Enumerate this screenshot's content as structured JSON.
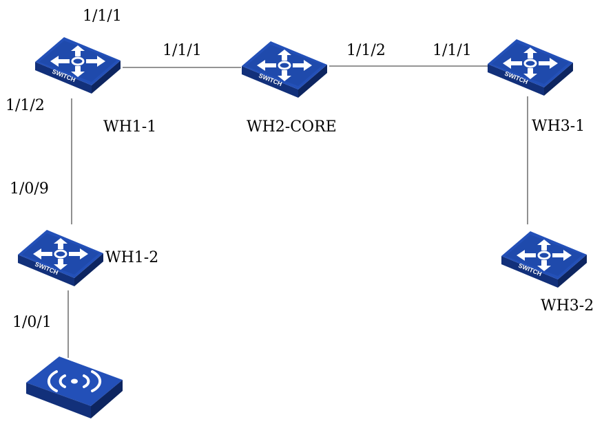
{
  "colors": {
    "device_top": "#2350b8",
    "device_top_dark": "#1a3f96",
    "device_front": "#12307a",
    "device_side": "#0d2560",
    "arrow": "#ffffff",
    "link": "#555555"
  },
  "devices": [
    {
      "id": "wh1-1",
      "type": "switch",
      "name": "WH1-1",
      "icon": "switch-icon",
      "badge": "SWITCH"
    },
    {
      "id": "wh2-core",
      "type": "switch",
      "name": "WH2-CORE",
      "icon": "switch-icon",
      "badge": "SWITCH"
    },
    {
      "id": "wh3-1",
      "type": "switch",
      "name": "WH3-1",
      "icon": "switch-icon",
      "badge": "SWITCH"
    },
    {
      "id": "wh1-2",
      "type": "switch",
      "name": "WH1-2",
      "icon": "switch-icon",
      "badge": "SWITCH"
    },
    {
      "id": "wh3-2",
      "type": "switch",
      "name": "WH3-2",
      "icon": "switch-icon",
      "badge": "SWITCH"
    },
    {
      "id": "ap",
      "type": "access-point",
      "name": "",
      "icon": "wireless-ap-icon"
    }
  ],
  "links": [
    {
      "from": "wh1-1",
      "to": "wh2-core",
      "to_port": "1/1/1"
    },
    {
      "from": "wh2-core",
      "to": "wh3-1",
      "from_port": "1/1/2",
      "to_port": "1/1/1"
    },
    {
      "from": "wh1-1",
      "to": "wh1-2",
      "from_port": "1/1/2",
      "to_port": "1/0/9"
    },
    {
      "from": "wh3-1",
      "to": "wh3-2"
    },
    {
      "from": "wh1-2",
      "to": "ap",
      "from_port": "1/0/1"
    }
  ],
  "port_labels": {
    "wh1_1_top": "1/1/1",
    "wh2_left": "1/1/1",
    "wh2_right": "1/1/2",
    "wh3_1_left": "1/1/1",
    "wh1_1_down": "1/1/2",
    "wh1_2_up": "1/0/9",
    "wh1_2_down": "1/0/1"
  }
}
